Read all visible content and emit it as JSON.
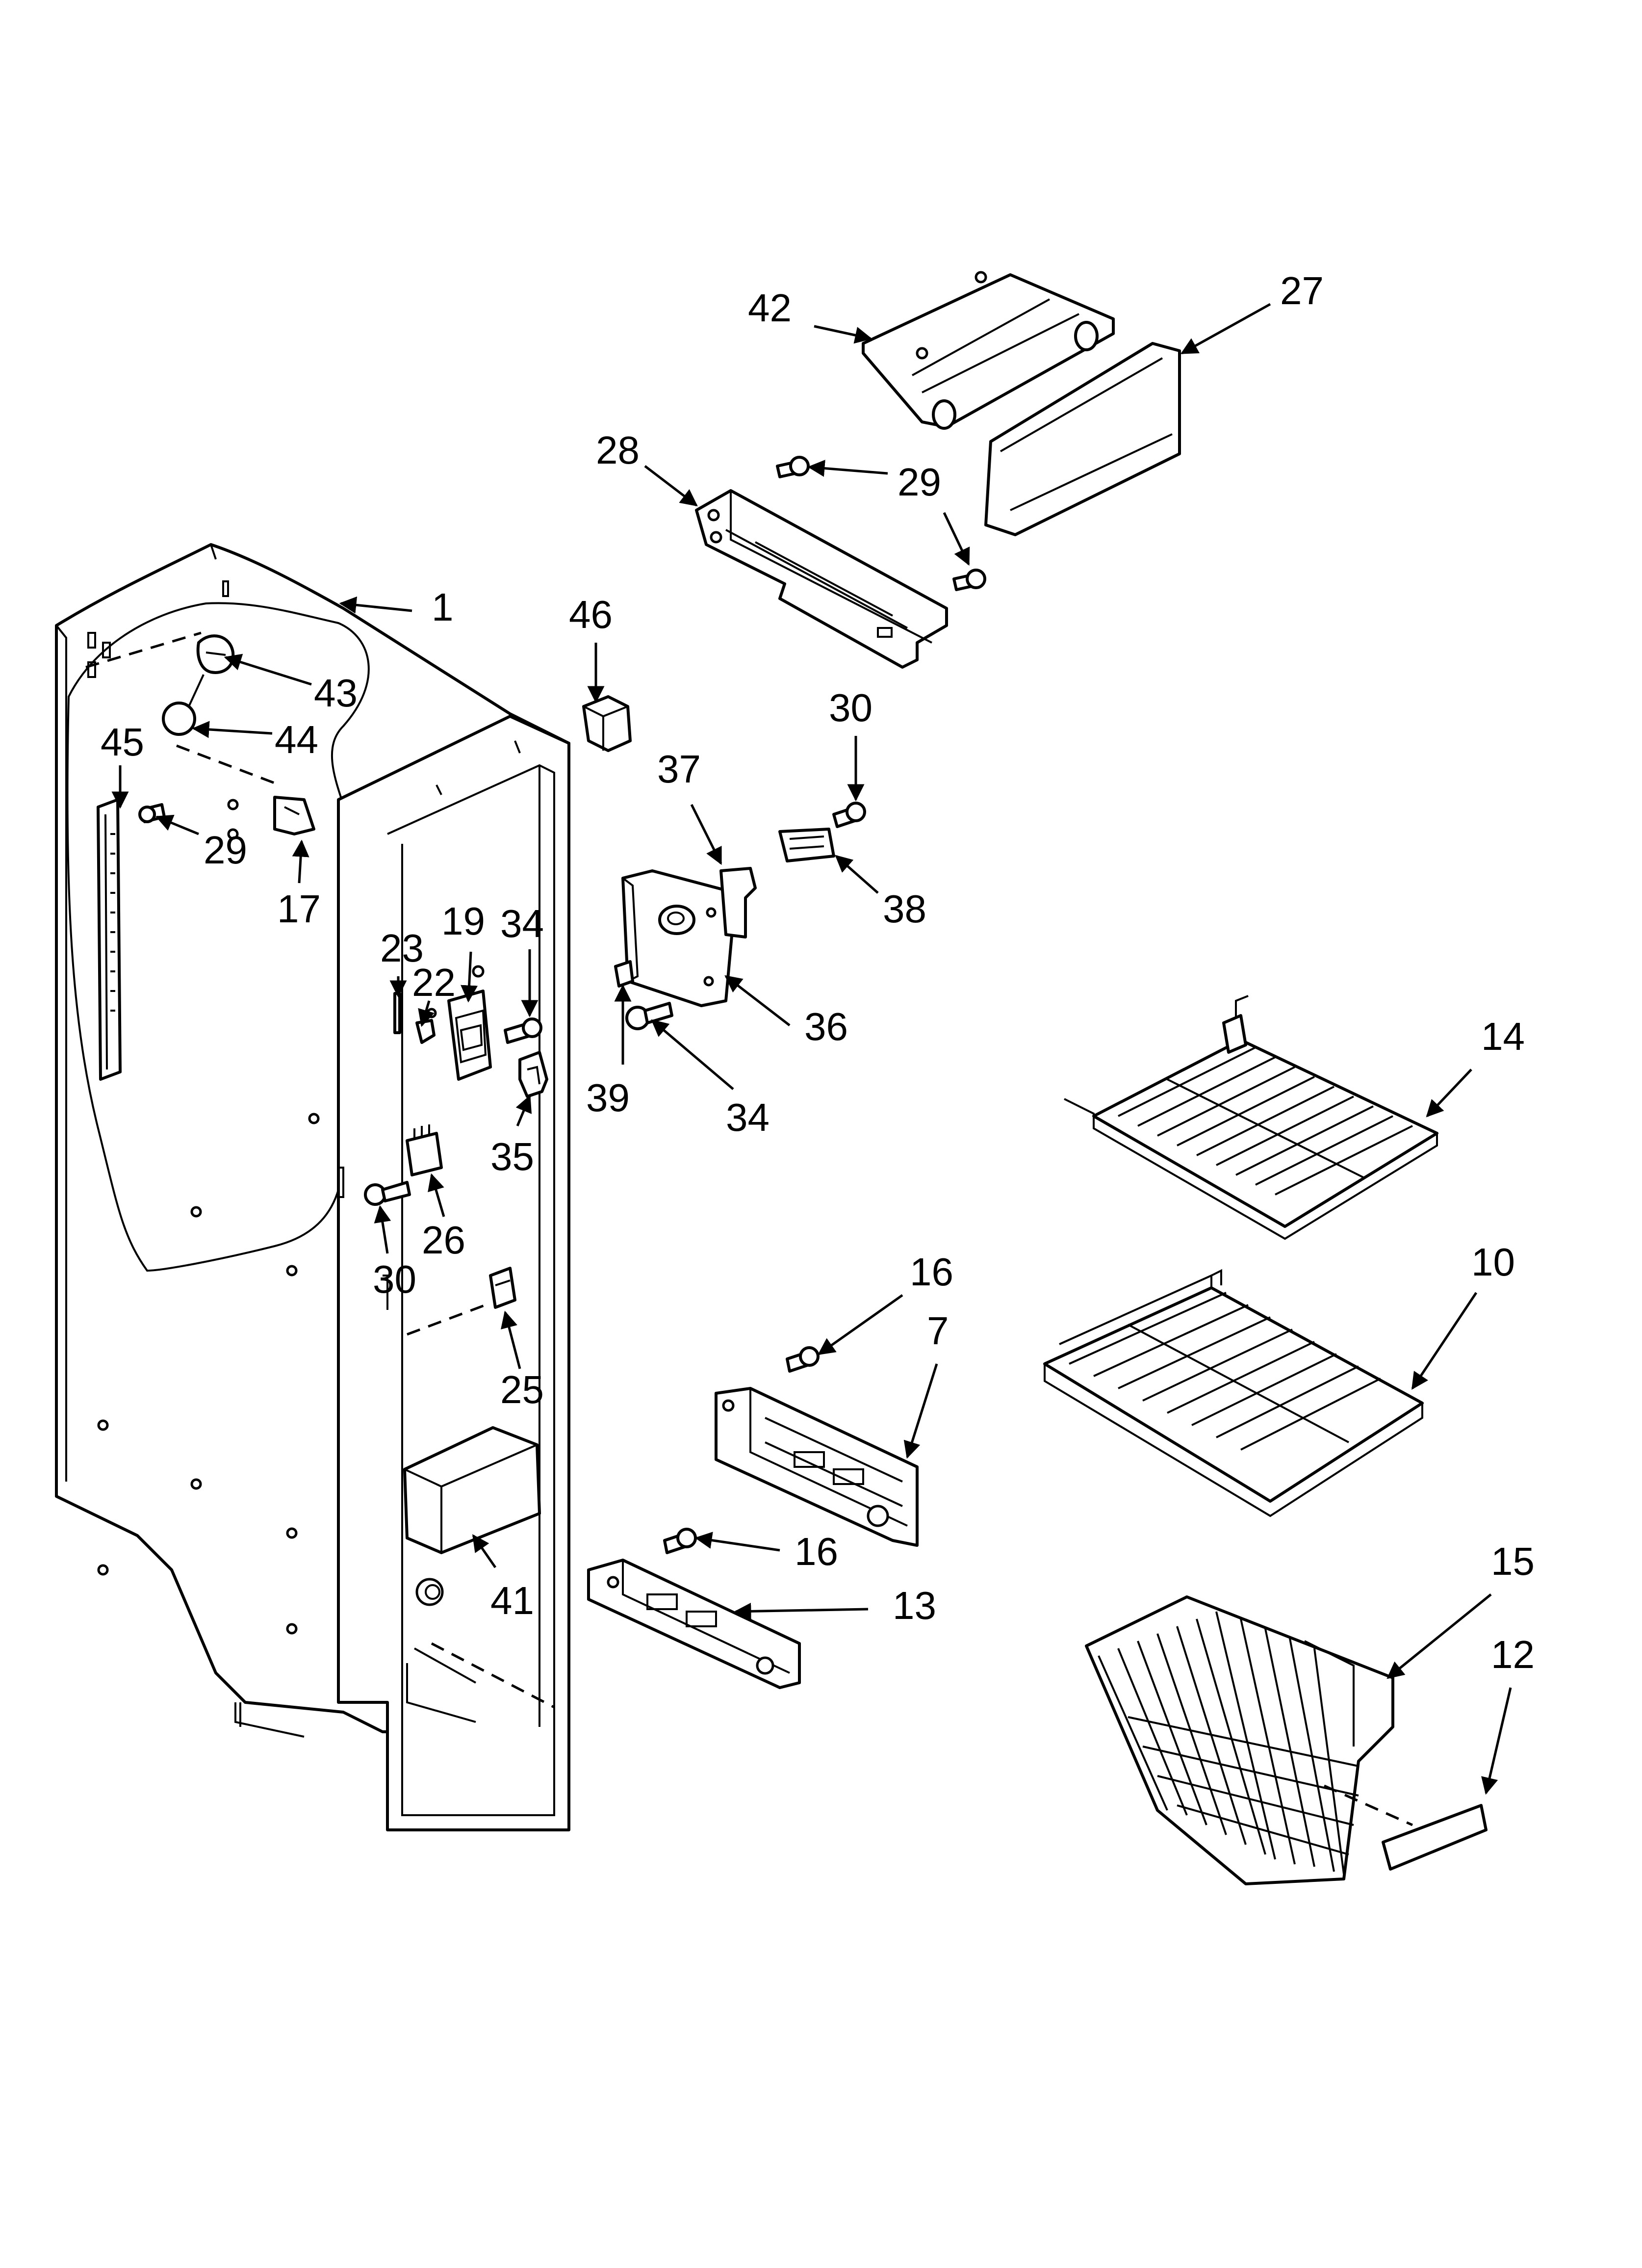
{
  "callouts": [
    {
      "id": "c1",
      "label": "1"
    },
    {
      "id": "c7",
      "label": "7"
    },
    {
      "id": "c10",
      "label": "10"
    },
    {
      "id": "c12",
      "label": "12"
    },
    {
      "id": "c13",
      "label": "13"
    },
    {
      "id": "c14",
      "label": "14"
    },
    {
      "id": "c15",
      "label": "15"
    },
    {
      "id": "c16a",
      "label": "16"
    },
    {
      "id": "c16b",
      "label": "16"
    },
    {
      "id": "c17",
      "label": "17"
    },
    {
      "id": "c19",
      "label": "19"
    },
    {
      "id": "c22",
      "label": "22"
    },
    {
      "id": "c23",
      "label": "23"
    },
    {
      "id": "c25",
      "label": "25"
    },
    {
      "id": "c26",
      "label": "26"
    },
    {
      "id": "c27",
      "label": "27"
    },
    {
      "id": "c28",
      "label": "28"
    },
    {
      "id": "c29a",
      "label": "29"
    },
    {
      "id": "c29b",
      "label": "29"
    },
    {
      "id": "c29c",
      "label": "29"
    },
    {
      "id": "c30a",
      "label": "30"
    },
    {
      "id": "c30b",
      "label": "30"
    },
    {
      "id": "c34a",
      "label": "34"
    },
    {
      "id": "c34b",
      "label": "34"
    },
    {
      "id": "c35",
      "label": "35"
    },
    {
      "id": "c36",
      "label": "36"
    },
    {
      "id": "c37",
      "label": "37"
    },
    {
      "id": "c38",
      "label": "38"
    },
    {
      "id": "c39",
      "label": "39"
    },
    {
      "id": "c41",
      "label": "41"
    },
    {
      "id": "c42",
      "label": "42"
    },
    {
      "id": "c43",
      "label": "43"
    },
    {
      "id": "c44",
      "label": "44"
    },
    {
      "id": "c45",
      "label": "45"
    },
    {
      "id": "c46",
      "label": "46"
    }
  ]
}
